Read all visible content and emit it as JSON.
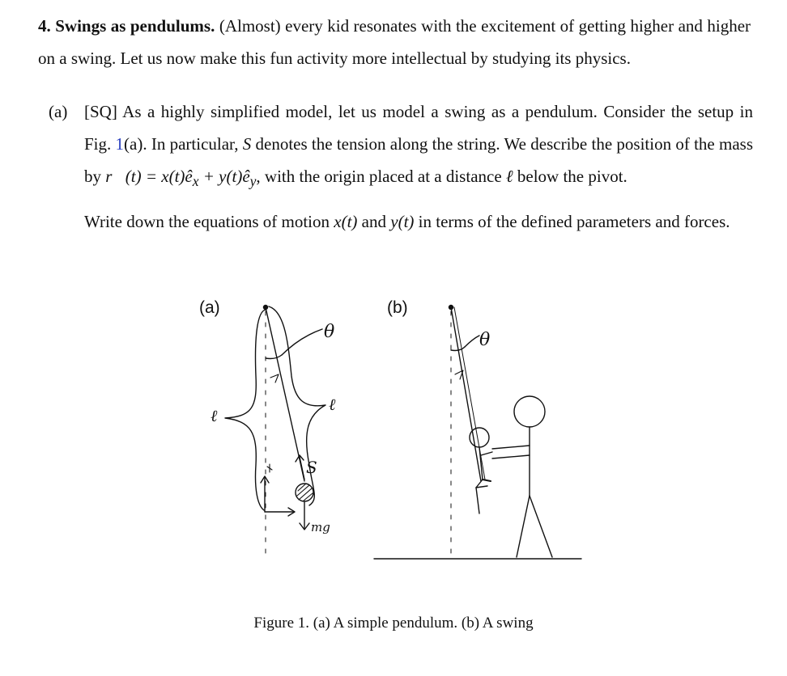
{
  "problem": {
    "number_title": "4. Swings as pendulums.",
    "intro": "(Almost) every kid resonates with the excitement of getting higher and higher on a swing. Let us now make this fun activity more intellectual by studying its physics."
  },
  "part_a": {
    "label": "(a)",
    "tag": "[SQ]",
    "s1": "As a highly simplified model, let us model a swing as a pendulum. Consider the setup in Fig.",
    "fig_ref": "1",
    "s2": "(a). In particular,",
    "S": "S",
    "s3": "denotes the tension along the string. We describe the position of the mass by",
    "position_expr": "r⃗(t) = x(t)ê",
    "sub_x": "x",
    "plus_expr": " + y(t)ê",
    "sub_y": "y",
    "s4": ", with the origin placed at a distance",
    "ell": "ℓ",
    "s5": "below the pivot.",
    "s6": "Write down the equations of motion",
    "xt": "x(t)",
    "and": "and",
    "yt": "y(t)",
    "s7": "in terms of the defined parameters and forces."
  },
  "figure": {
    "label_a": "(a)",
    "label_b": "(b)",
    "theta": "θ",
    "ell": "ℓ",
    "tension": "S",
    "weight": "mg",
    "caption": "Figure 1. (a) A simple pendulum. (b) A swing"
  }
}
